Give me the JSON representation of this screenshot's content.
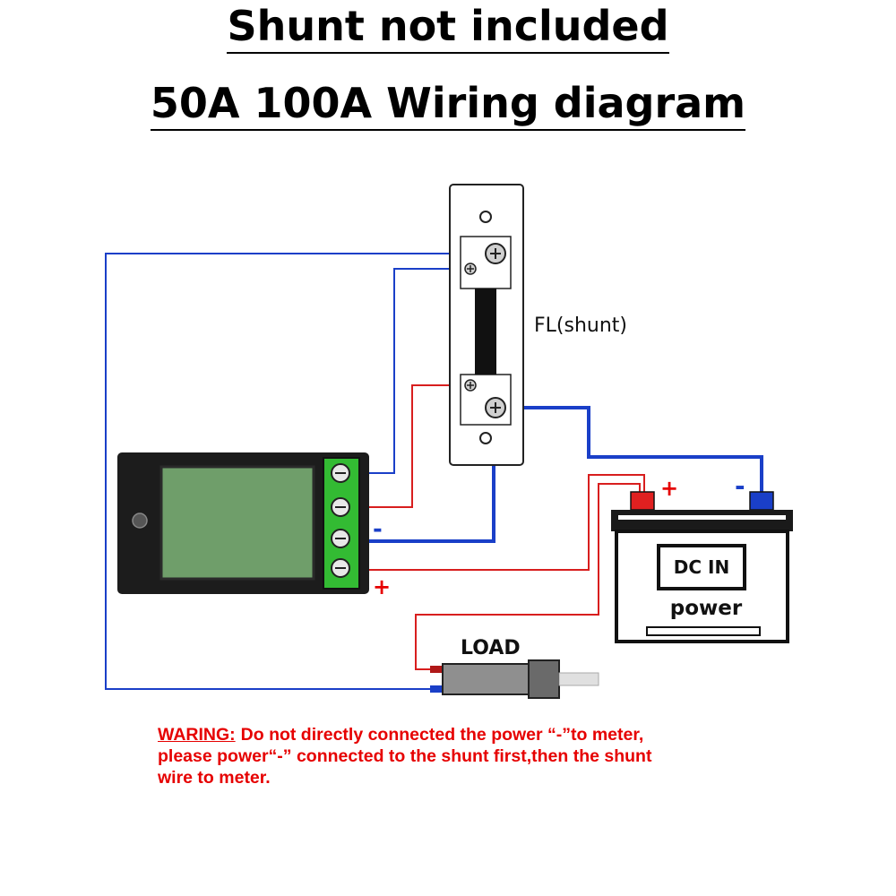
{
  "header": {
    "title_line1": "Shunt not included",
    "title_line2": "50A 100A Wiring diagram"
  },
  "diagram": {
    "shunt_label": "FL(shunt)",
    "battery_label_top": "DC IN",
    "battery_label_bottom": "power",
    "load_label": "LOAD",
    "battery_plus": "+",
    "battery_minus": "-",
    "meter_plus": "+",
    "meter_minus": "-"
  },
  "warning": {
    "label": "WARING:",
    "line1": "Do not directly connected the power “-”to meter,",
    "line2": "please power“-” connected to the shunt first,then the shunt",
    "line3": "wire to meter."
  },
  "colors": {
    "wire_blue": "#1a3fc8",
    "wire_red": "#d81e1e",
    "meter_screen": "#6f9e6a",
    "terminal_green": "#33bb33",
    "warning_red": "#e60000"
  }
}
